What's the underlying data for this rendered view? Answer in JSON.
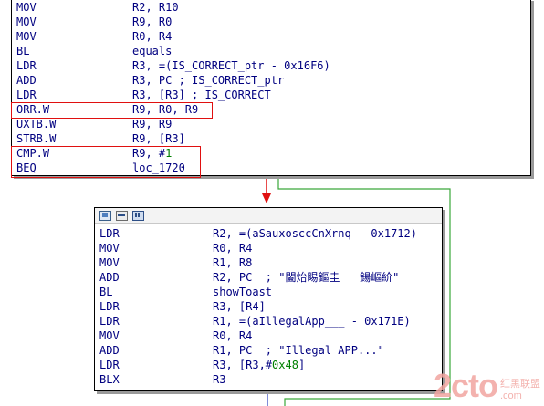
{
  "colors": {
    "mnemonic": "#000080",
    "number": "#008000",
    "highlight_box": "#e01010",
    "edge_red": "#e01010",
    "edge_green": "#3aa83a",
    "edge_blue": "#2a3fbf",
    "watermark": "#f2a5a0"
  },
  "top_block": {
    "lines": [
      {
        "mnemonic": "MOV",
        "operands": "R2, R10"
      },
      {
        "mnemonic": "MOV",
        "operands": "R9, R0"
      },
      {
        "mnemonic": "MOV",
        "operands": "R0, R4"
      },
      {
        "mnemonic": "BL",
        "operands": "equals"
      },
      {
        "mnemonic": "LDR",
        "operands": "R3, =(IS_CORRECT_ptr - 0x16F6)"
      },
      {
        "mnemonic": "ADD",
        "operands": "R3, PC ; IS_CORRECT_ptr"
      },
      {
        "mnemonic": "LDR",
        "operands": "R3, [R3] ; IS_CORRECT"
      },
      {
        "mnemonic": "ORR.W",
        "operands": "R9, R0, R9"
      },
      {
        "mnemonic": "UXTB.W",
        "operands": "R9, R9"
      },
      {
        "mnemonic": "STRB.W",
        "operands": "R9, [R3]"
      },
      {
        "mnemonic": "CMP.W",
        "operands_pre": "R9, #",
        "operands_num": "1"
      },
      {
        "mnemonic": "BEQ",
        "operands": "loc_1720"
      }
    ]
  },
  "bottom_block": {
    "toolbar_icons": [
      "graph-icon",
      "edit-icon",
      "view-icon"
    ],
    "lines": [
      {
        "mnemonic": "LDR",
        "operands": "R2, =(aSauxosccCnXrnq - 0x1712)"
      },
      {
        "mnemonic": "MOV",
        "operands": "R0, R4"
      },
      {
        "mnemonic": "MOV",
        "operands": "R1, R8"
      },
      {
        "mnemonic": "ADD",
        "operands": "R2, PC  ; \"闔炲睗鏂圭   鍚嶇紒\""
      },
      {
        "mnemonic": "BL",
        "operands": "showToast"
      },
      {
        "mnemonic": "LDR",
        "operands": "R3, [R4]"
      },
      {
        "mnemonic": "LDR",
        "operands": "R1, =(aIllegalApp___ - 0x171E)"
      },
      {
        "mnemonic": "MOV",
        "operands": "R0, R4"
      },
      {
        "mnemonic": "ADD",
        "operands": "R1, PC  ; \"Illegal APP...\""
      },
      {
        "mnemonic": "LDR",
        "operands_pre": "R3, [R3,#",
        "operands_num": "0x48",
        "operands_post": "]"
      },
      {
        "mnemonic": "BLX",
        "operands": "R3"
      }
    ]
  },
  "watermark": {
    "logo": "2cto",
    "line1": "红黑联盟",
    "line2": ".com"
  }
}
